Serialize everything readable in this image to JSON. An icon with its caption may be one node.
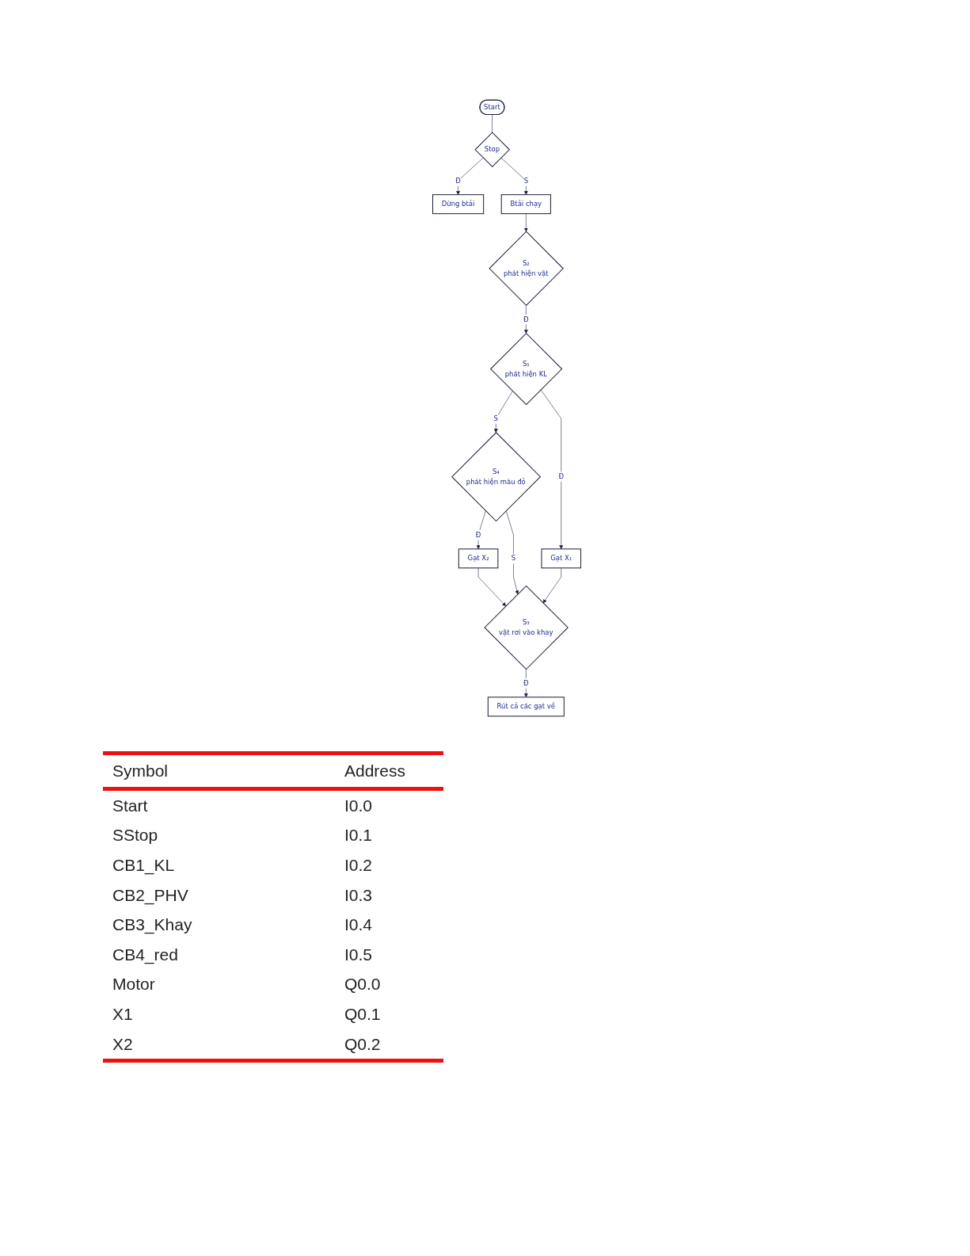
{
  "diagram": {
    "nodes": [
      {
        "text": [
          "Start"
        ]
      },
      {
        "text": [
          "Stop"
        ]
      },
      {
        "text": [
          "Dừng btải"
        ]
      },
      {
        "text": [
          "Btải chạy"
        ]
      },
      {
        "text": [
          "S₂",
          "phát hiện vật"
        ]
      },
      {
        "text": [
          "S₁",
          "phát hiện KL"
        ]
      },
      {
        "text": [
          "S₄",
          "phát hiện màu đỏ"
        ]
      },
      {
        "text": [
          "Gạt X₁"
        ]
      },
      {
        "text": [
          "Gạt X₂"
        ]
      },
      {
        "text": [
          "S₃",
          "vật rơi vào khay"
        ]
      },
      {
        "text": [
          "Rút cả các gạt về"
        ]
      }
    ],
    "edges": [
      {
        "from": 0,
        "to": 1,
        "arrow": "none"
      },
      {
        "from": 1,
        "to": 2,
        "arrow": "to",
        "label": "Đ"
      },
      {
        "from": 1,
        "to": 3,
        "arrow": "to",
        "label": "S"
      },
      {
        "from": 3,
        "to": 4,
        "arrow": "to"
      },
      {
        "from": 4,
        "to": 5,
        "arrow": "to",
        "label": "Đ"
      },
      {
        "from": 5,
        "to": 6,
        "arrow": "to",
        "label": "S"
      },
      {
        "from": 5,
        "to": 7,
        "arrow": "to",
        "label": "Đ"
      },
      {
        "from": 6,
        "to": 8,
        "arrow": "to",
        "label": "Đ"
      },
      {
        "from": 6,
        "to": 9,
        "arrow": "to",
        "label": "S"
      },
      {
        "from": 7,
        "to": 9,
        "arrow": "to"
      },
      {
        "from": 8,
        "to": 9,
        "arrow": "to"
      },
      {
        "from": 9,
        "to": 10,
        "arrow": "to",
        "label": "Đ"
      }
    ],
    "labels": [
      "Symbol",
      "Address",
      "Start",
      "I0.0",
      "SStop",
      "I0.1",
      "CB1_KL",
      "I0.2",
      "CB2_PHV",
      "I0.3",
      "CB3_Khay",
      "I0.4",
      "CB4_red",
      "I0.5",
      "Motor",
      "Q0.0",
      "X1",
      "Q0.1",
      "X2",
      "Q0.2"
    ]
  }
}
